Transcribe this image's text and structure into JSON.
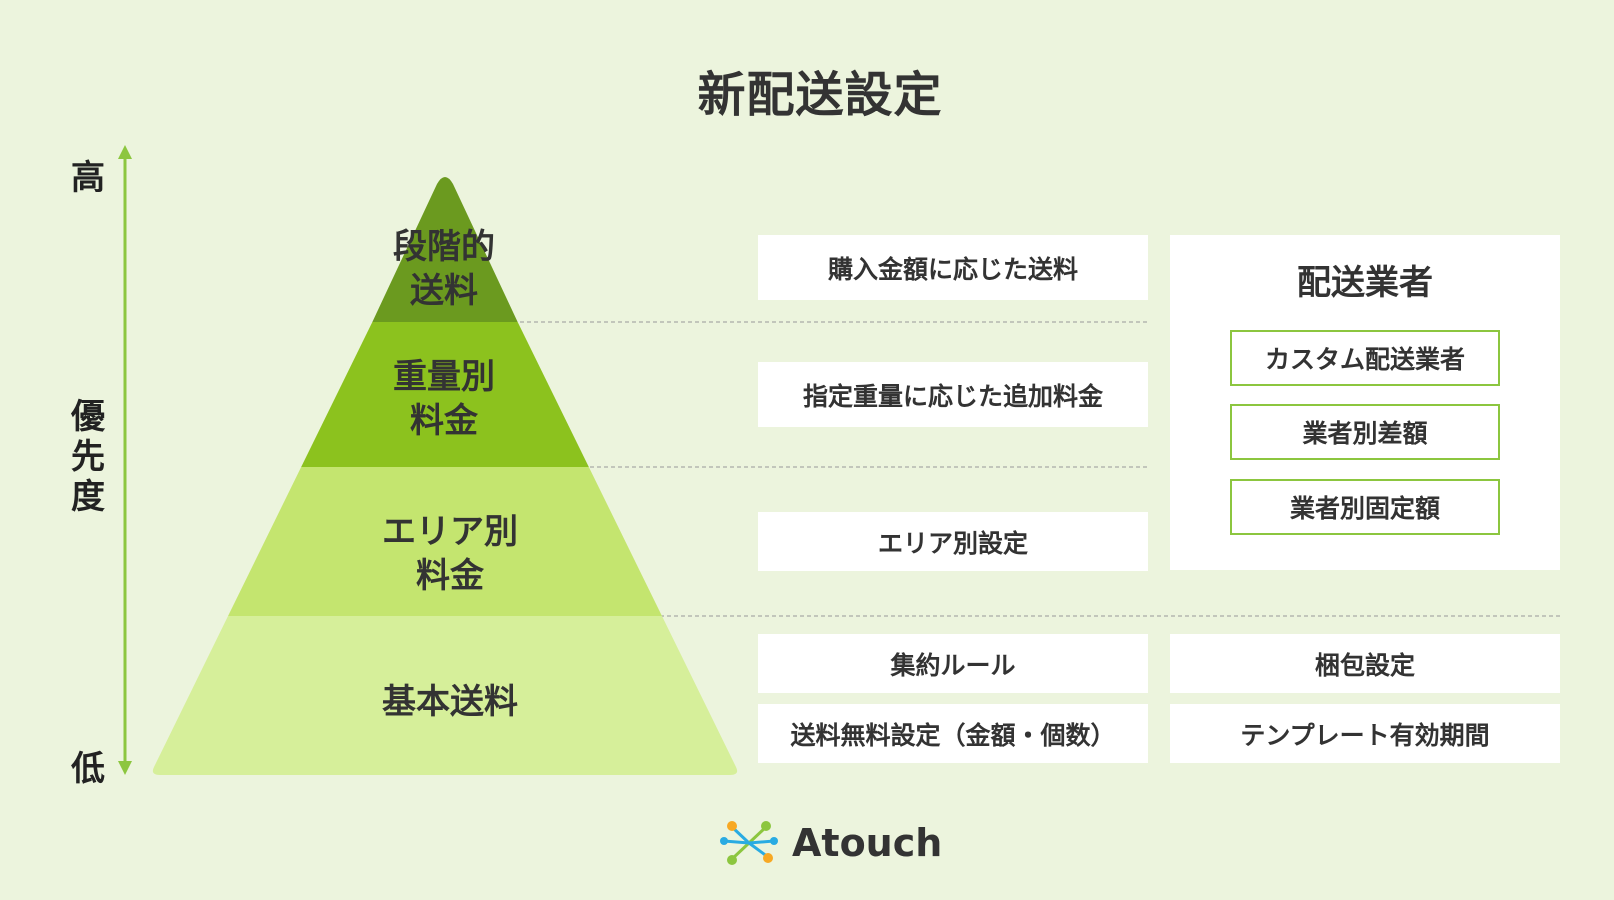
{
  "title": "新配送設定",
  "axis": {
    "high": "高",
    "low": "低",
    "middle": [
      "優",
      "先",
      "度"
    ]
  },
  "pyramid": {
    "tiers": [
      {
        "lines": [
          "段階的",
          "送料"
        ],
        "color": "#6b9a1f"
      },
      {
        "lines": [
          "重量別",
          "料金"
        ],
        "color": "#8cc21e"
      },
      {
        "lines": [
          "エリア別",
          "料金"
        ],
        "color": "#c4e56f"
      },
      {
        "lines": [
          "基本送料"
        ],
        "color": "#d6ef9a"
      }
    ]
  },
  "boxes": {
    "tier1": "購入金額に応じた送料",
    "tier2": "指定重量に応じた追加料金",
    "tier3": "エリア別設定",
    "base_left_1": "集約ルール",
    "base_left_2": "送料無料設定（金額・個数）",
    "base_right_1": "梱包設定",
    "base_right_2": "テンプレート有効期間"
  },
  "carriers": {
    "title": "配送業者",
    "items": [
      "カスタム配送業者",
      "業者別差額",
      "業者別固定額"
    ]
  },
  "brand": {
    "name": "Atouch",
    "icon": "atouch-logo-icon"
  },
  "colors": {
    "background": "#ecf4dd",
    "accent": "#8cc63f",
    "dark_green": "#6b9a1f"
  }
}
